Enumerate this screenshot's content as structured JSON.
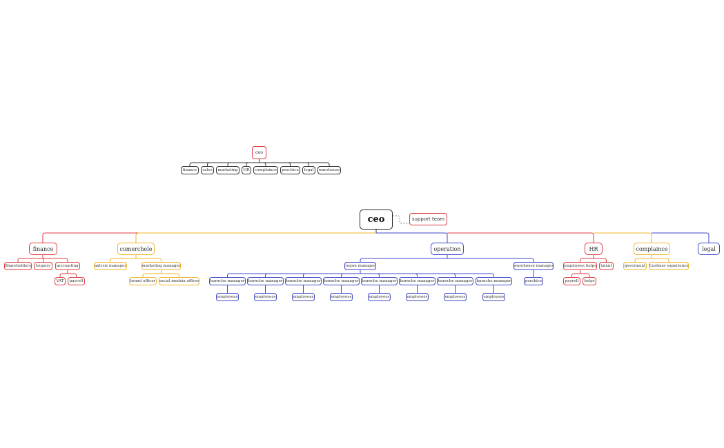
{
  "colors": {
    "red": "#e0393e",
    "orange": "#f0b429",
    "blue": "#3b47c8",
    "black": "#333333",
    "dashed": "#888888"
  },
  "small_map": {
    "root": "ceo",
    "children": [
      "finance",
      "sales",
      "marketing",
      "HR",
      "complaince",
      "perchice",
      "legal",
      "warehouse"
    ]
  },
  "main_map": {
    "root": "ceo",
    "support": "support team",
    "finance": {
      "label": "finance",
      "children": [
        "Shareholders",
        "trugery",
        "accounting"
      ],
      "accounting_children": [
        "VAT",
        "payroll"
      ]
    },
    "comerchele": {
      "label": "comerchele",
      "children": [
        "anlysis manager",
        "marketing manager"
      ],
      "marketing_children": [
        "brand officer",
        "social medeia officer"
      ]
    },
    "operation": {
      "label": "operation",
      "children": [
        "regon manager",
        "warehouse manager"
      ],
      "branch_managers": [
        "barnche manager",
        "barnche manager",
        "barnche manager",
        "barnche manager",
        "barnche manager",
        "barnche manager",
        "barnche manager",
        "barnche manager"
      ],
      "employees": [
        "employees",
        "employees",
        "employees",
        "employees",
        "employees",
        "employees",
        "employees",
        "employees"
      ],
      "warehouse_children": [
        "perchice"
      ]
    },
    "hr": {
      "label": "HR",
      "children": [
        "employees helps",
        "talent"
      ],
      "helps_children": [
        "payroll",
        "helps"
      ]
    },
    "complaince": {
      "label": "complaince",
      "children": [
        "goverment",
        "Custmer experience"
      ]
    },
    "legal": {
      "label": "legal"
    }
  }
}
